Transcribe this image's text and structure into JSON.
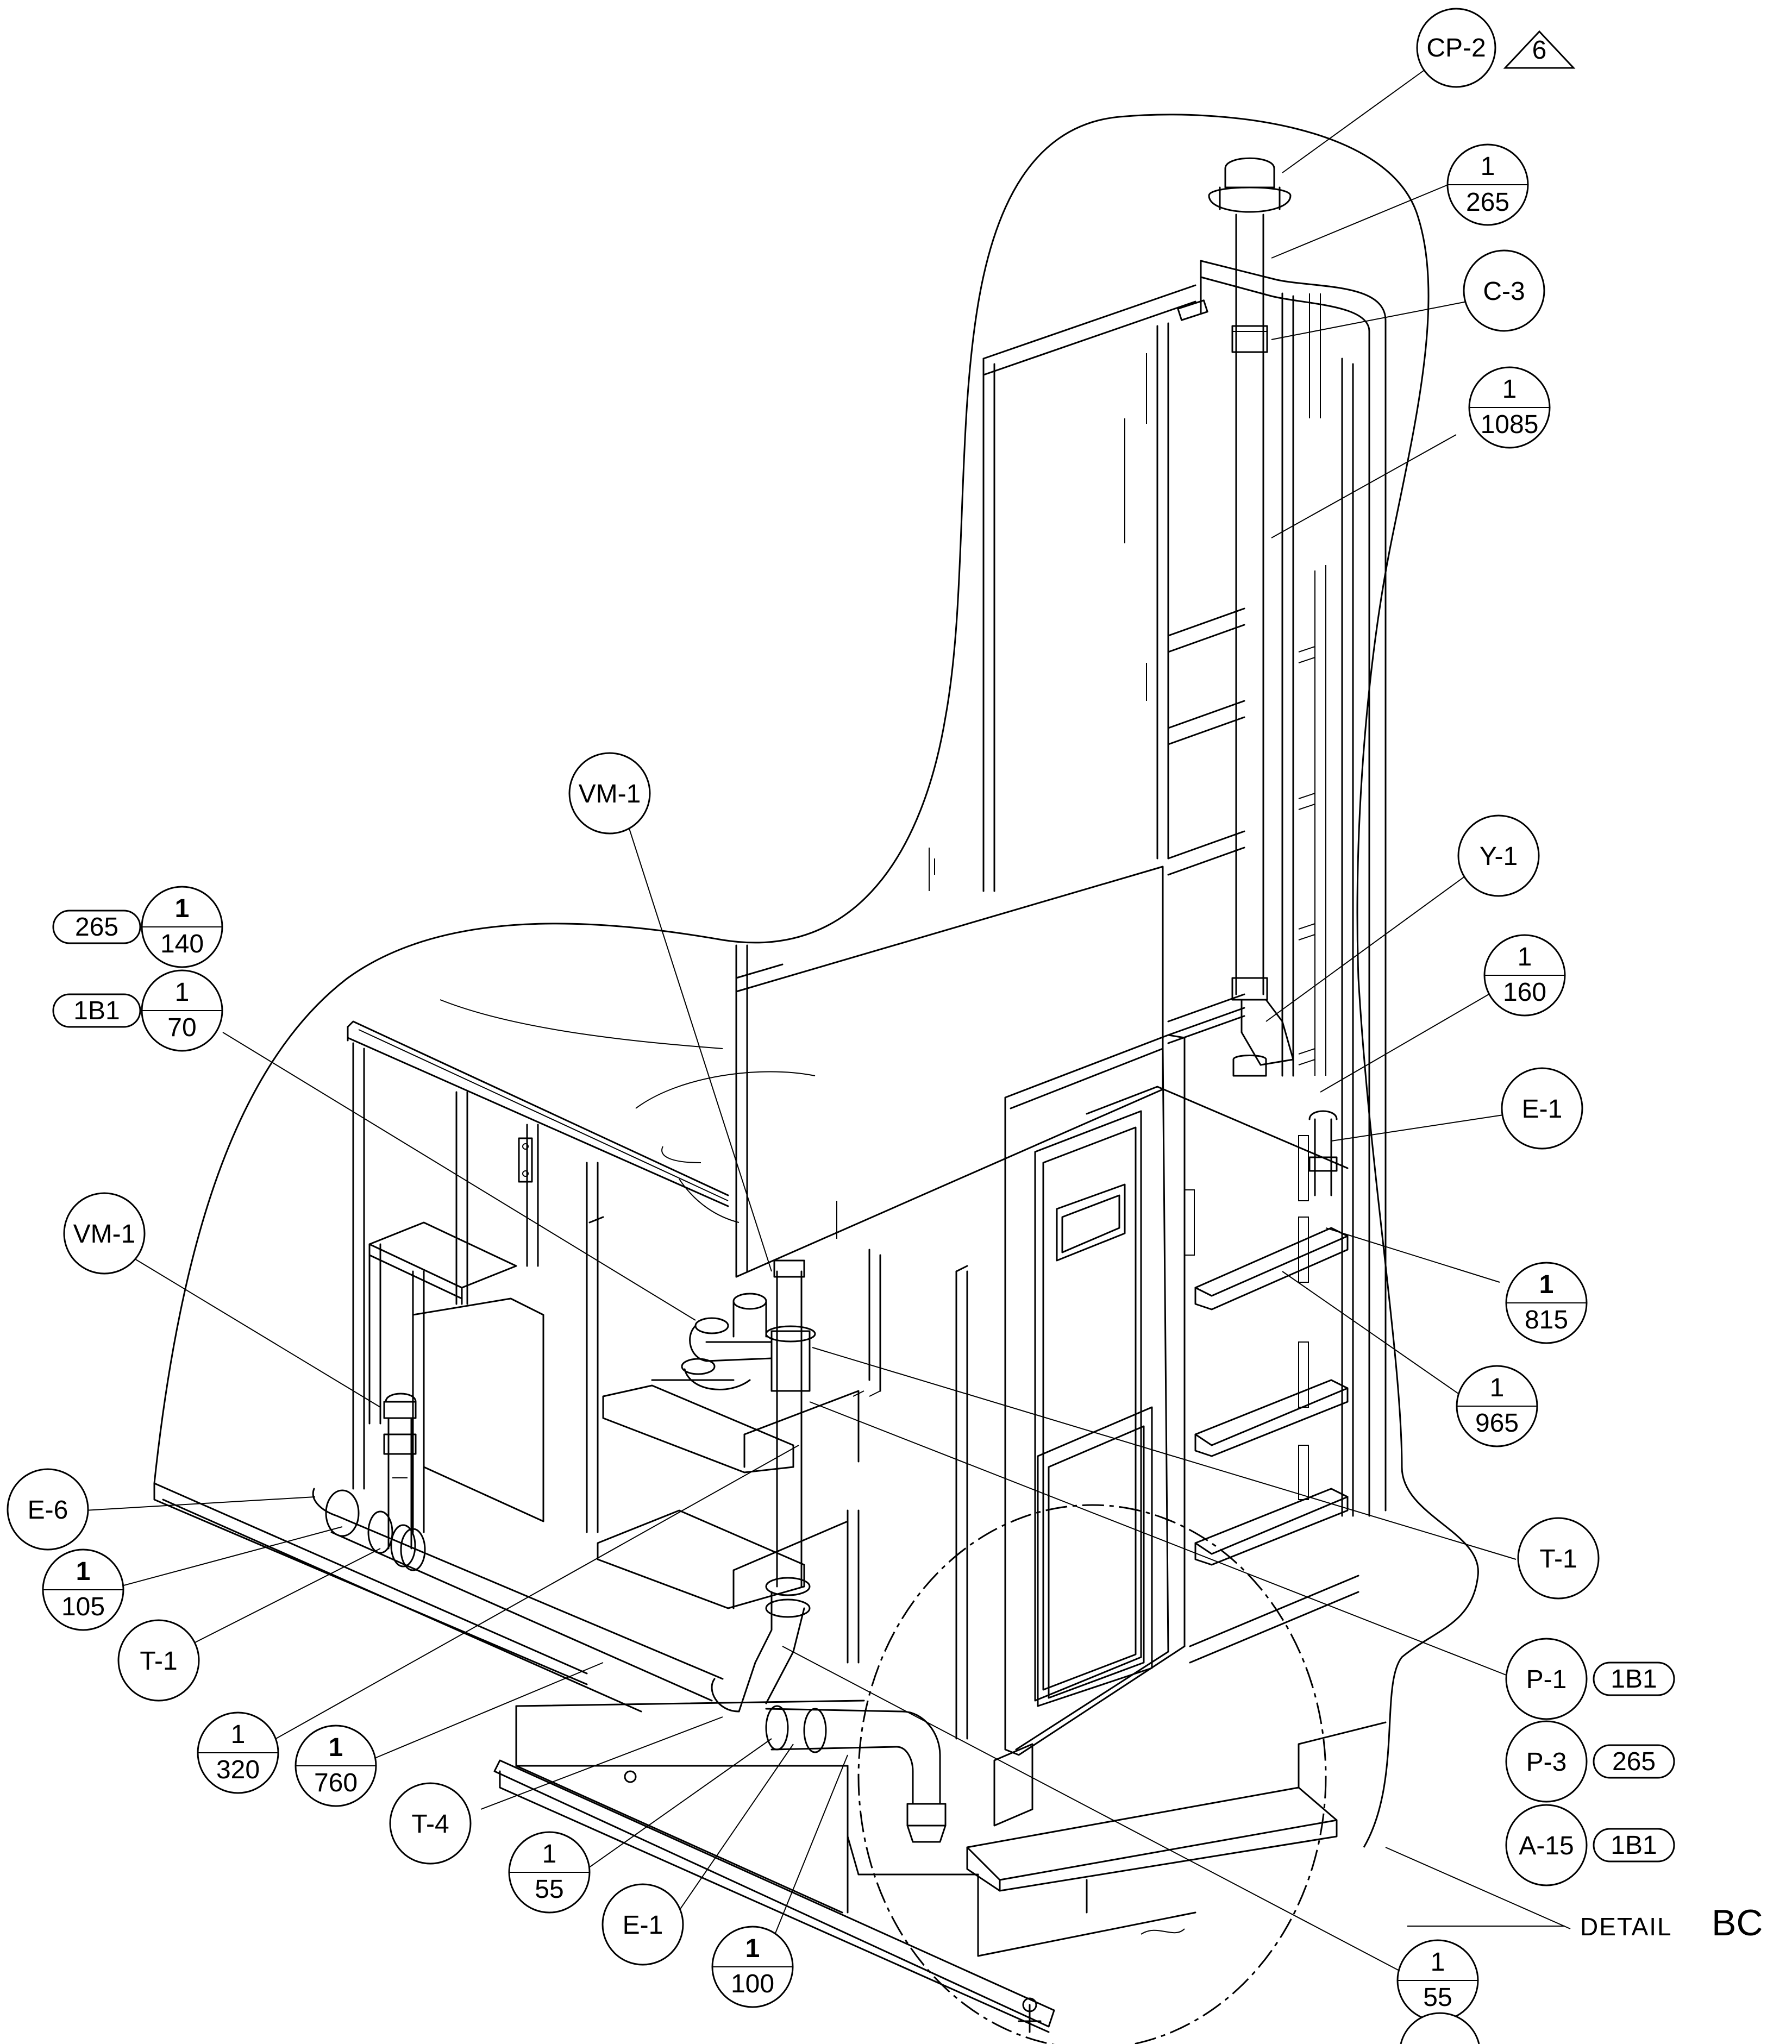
{
  "tags": {
    "cp2": "CP-2",
    "rev_triangle": "6",
    "c3": "C-3",
    "y1": "Y-1",
    "e1_right": "E-1",
    "t1_right": "T-1",
    "p1": "P-1",
    "p1_ref": "1B1",
    "p3": "P-3",
    "p3_ref": "265",
    "a15": "A-15",
    "a15_ref": "1B1",
    "vm1_top": "VM-1",
    "vm1_left": "VM-1",
    "e6": "E-6",
    "t1_left": "T-1",
    "t4": "T-4",
    "e1_bottom": "E-1",
    "ref_265": "265",
    "ref_1b1": "1B1"
  },
  "fractions": {
    "f265": {
      "top": "1",
      "bottom": "265"
    },
    "f1085": {
      "top": "1",
      "bottom": "1085"
    },
    "f160": {
      "top": "1",
      "bottom": "160"
    },
    "f815": {
      "top": "1",
      "bottom": "815"
    },
    "f965": {
      "top": "1",
      "bottom": "965"
    },
    "f140": {
      "top": "1",
      "bottom": "140"
    },
    "f70": {
      "top": "1",
      "bottom": "70"
    },
    "f105": {
      "top": "1",
      "bottom": "105"
    },
    "f320": {
      "top": "1",
      "bottom": "320"
    },
    "f760": {
      "top": "1",
      "bottom": "760"
    },
    "f55a": {
      "top": "1",
      "bottom": "55"
    },
    "f100": {
      "top": "1",
      "bottom": "100"
    },
    "f55b": {
      "top": "1",
      "bottom": "55"
    }
  },
  "detail": {
    "label": "DETAIL",
    "id": "BC"
  }
}
